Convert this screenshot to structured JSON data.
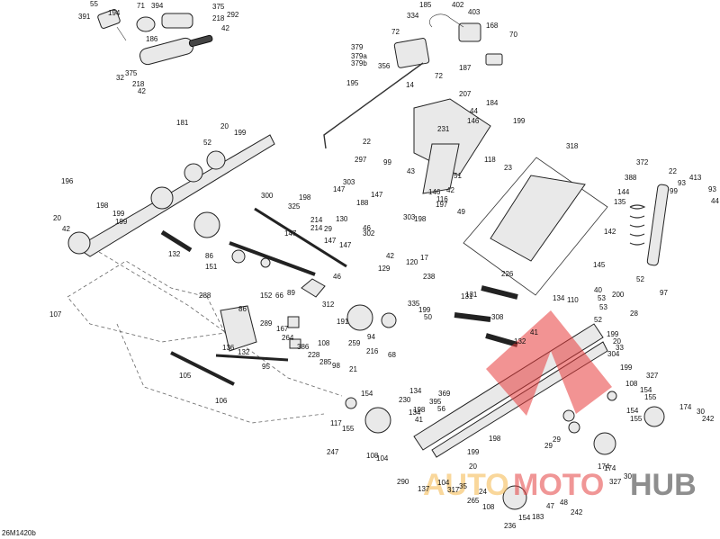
{
  "diagram": {
    "reference_code": "26M1420b",
    "watermark": {
      "part1": "AUTO",
      "part2": "MOTO",
      "part3": "HUB"
    },
    "callouts": [
      "55",
      "391",
      "194",
      "71",
      "394",
      "375",
      "292",
      "218",
      "42",
      "186",
      "32",
      "375",
      "218",
      "42",
      "334",
      "185",
      "402",
      "403",
      "72",
      "168",
      "70",
      "379",
      "379a",
      "379b",
      "356",
      "72",
      "187",
      "14",
      "195",
      "207",
      "44",
      "184",
      "231",
      "146",
      "199",
      "22",
      "297",
      "99",
      "43",
      "118",
      "23",
      "51",
      "42",
      "146",
      "116",
      "197",
      "49",
      "318",
      "181",
      "52",
      "20",
      "199",
      "196",
      "198",
      "20",
      "199",
      "199",
      "42",
      "300",
      "325",
      "198",
      "303",
      "147",
      "188",
      "147",
      "46",
      "130",
      "214",
      "214",
      "29",
      "147",
      "147",
      "303",
      "302",
      "147",
      "198",
      "86",
      "151",
      "46",
      "42",
      "129",
      "120",
      "17",
      "238",
      "89",
      "312",
      "288",
      "152",
      "66",
      "86",
      "289",
      "167",
      "264",
      "386",
      "335",
      "199",
      "50",
      "191",
      "94",
      "259",
      "216",
      "68",
      "108",
      "228",
      "285",
      "98",
      "21",
      "136",
      "132",
      "105",
      "95",
      "106",
      "107",
      "132",
      "226",
      "131",
      "308",
      "134",
      "110",
      "131",
      "132",
      "40",
      "53",
      "200",
      "53",
      "28",
      "52",
      "41",
      "199",
      "20",
      "33",
      "304",
      "199",
      "108",
      "154",
      "155",
      "327",
      "174",
      "30",
      "242",
      "372",
      "388",
      "22",
      "93",
      "413",
      "99",
      "93",
      "44",
      "144",
      "135",
      "142",
      "145",
      "52",
      "97",
      "134",
      "230",
      "369",
      "395",
      "198",
      "56",
      "134",
      "41",
      "154",
      "117",
      "155",
      "247",
      "108",
      "104",
      "290",
      "198",
      "199",
      "20",
      "137",
      "104",
      "317",
      "35",
      "24",
      "265",
      "108",
      "154",
      "183",
      "47",
      "48",
      "242",
      "236",
      "29",
      "29",
      "174",
      "174",
      "327",
      "30",
      "154",
      "155"
    ]
  }
}
